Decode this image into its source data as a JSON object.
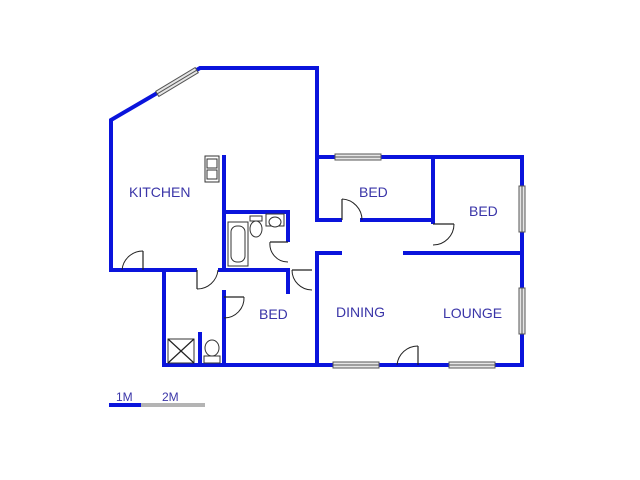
{
  "colors": {
    "wall": "#0a14dc",
    "label": "#3a35a8",
    "scale_bar_primary": "#0a14dc",
    "scale_bar_secondary": "#b4b4b4"
  },
  "rooms": {
    "kitchen": "KITCHEN",
    "bed_top": "BED",
    "bed_right": "BED",
    "bed_lower": "BED",
    "dining": "DINING",
    "lounge": "LOUNGE"
  },
  "scale": {
    "mark_1": "1M",
    "mark_2": "2M"
  }
}
